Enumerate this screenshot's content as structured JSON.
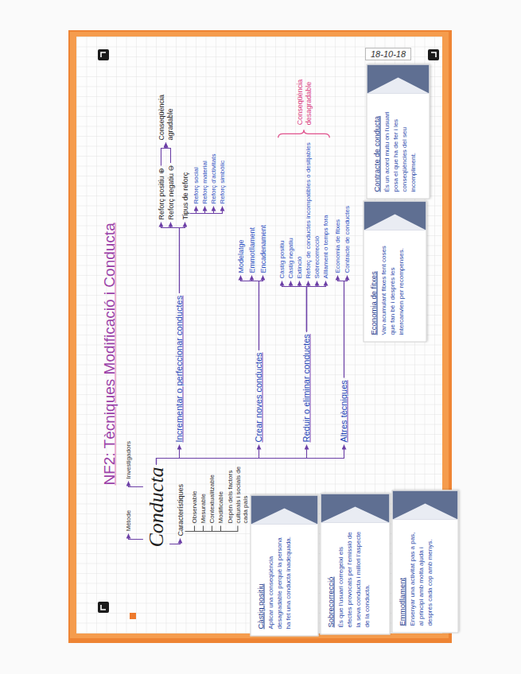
{
  "diagram": {
    "title": "NF2: Tècniques Modificació i Conducta",
    "nodes": [
      {
        "text": [
          "Conducta"
        ]
      },
      {
        "text": [
          "Mètode"
        ]
      },
      {
        "text": [
          "Investigadors"
        ]
      },
      {
        "text": [
          "Característiques"
        ]
      },
      {
        "text": [
          "Observable"
        ]
      },
      {
        "text": [
          "Mesurable"
        ]
      },
      {
        "text": [
          "Contextualitzable"
        ]
      },
      {
        "text": [
          "Modificable"
        ]
      },
      {
        "text": [
          "Depèn dels factors culturals i socials de cada país"
        ]
      },
      {
        "text": [
          "Incrementar o perfeccionar conductes"
        ]
      },
      {
        "text": [
          "Reforç positiu ⊕"
        ]
      },
      {
        "text": [
          "Reforç negatiu ⊖"
        ]
      },
      {
        "text": [
          "Conseqüència agradable"
        ]
      },
      {
        "text": [
          "Tipus de reforç"
        ]
      },
      {
        "text": [
          "Reforç social"
        ]
      },
      {
        "text": [
          "Reforç material"
        ]
      },
      {
        "text": [
          "Reforç d'activitats"
        ]
      },
      {
        "text": [
          "Reforç simbòlic"
        ]
      },
      {
        "text": [
          "Crear noves conductes"
        ]
      },
      {
        "text": [
          "Modelatge"
        ]
      },
      {
        "text": [
          "Emmotllament"
        ]
      },
      {
        "text": [
          "Encadenament"
        ]
      },
      {
        "text": [
          "Reduir o eliminar conductes"
        ]
      },
      {
        "text": [
          "Càstig positiu"
        ]
      },
      {
        "text": [
          "Càstig negatiu"
        ]
      },
      {
        "text": [
          "Extinció"
        ]
      },
      {
        "text": [
          "Reforç de conductes incompatibles o desitjables"
        ]
      },
      {
        "text": [
          "Sobrecorrecció"
        ]
      },
      {
        "text": [
          "Aïllament o temps fora"
        ]
      },
      {
        "text": [
          "Conseqüència desagradable"
        ]
      },
      {
        "text": [
          "Altres tècniques"
        ]
      },
      {
        "text": [
          "Economia de fitxes"
        ]
      },
      {
        "text": [
          "Contracte de conductes"
        ]
      },
      {
        "text": [
          "Contracte de conducta",
          "És un acord mutu on l'usuari posa el que ha de fer i les conseqüències del seu incompliment."
        ]
      },
      {
        "text": [
          "Economia de fitxes",
          "Van acumulant fitxes fent coses que fan bé i després les intercanvien per recompenses."
        ]
      },
      {
        "text": [
          "Càstig positiu",
          "Aplicar una conseqüència desagradable perquè la persona ha fet una conducta inadequada."
        ]
      },
      {
        "text": [
          "Sobrecorrecció",
          "És que l'usuari corregeixi els efectes provocats per l'emissió de la seva conducta i millori l'aspecte de la conducta."
        ]
      },
      {
        "text": [
          "Emmotllament",
          "Ensenyar una activitat pas a pas, al principi amb molta ajuda i després cada cop amb menys."
        ]
      }
    ],
    "edges": [
      {
        "from": 0,
        "to": 1,
        "arrow": "to"
      },
      {
        "from": 0,
        "to": 2,
        "arrow": "to"
      },
      {
        "from": 0,
        "to": 3,
        "arrow": "to"
      },
      {
        "from": 3,
        "to": 4,
        "arrow": "none"
      },
      {
        "from": 3,
        "to": 5,
        "arrow": "none"
      },
      {
        "from": 3,
        "to": 6,
        "arrow": "none"
      },
      {
        "from": 3,
        "to": 7,
        "arrow": "none"
      },
      {
        "from": 3,
        "to": 8,
        "arrow": "none"
      },
      {
        "from": 0,
        "to": 9,
        "arrow": "to"
      },
      {
        "from": 0,
        "to": 18,
        "arrow": "to"
      },
      {
        "from": 0,
        "to": 22,
        "arrow": "to"
      },
      {
        "from": 0,
        "to": 30,
        "arrow": "to"
      },
      {
        "from": 9,
        "to": 10,
        "arrow": "to"
      },
      {
        "from": 9,
        "to": 11,
        "arrow": "to"
      },
      {
        "from": 9,
        "to": 13,
        "arrow": "to"
      },
      {
        "from": 10,
        "to": 12,
        "arrow": "to"
      },
      {
        "from": 11,
        "to": 12,
        "arrow": "to"
      },
      {
        "from": 13,
        "to": 14,
        "arrow": "to"
      },
      {
        "from": 13,
        "to": 15,
        "arrow": "to"
      },
      {
        "from": 13,
        "to": 16,
        "arrow": "to"
      },
      {
        "from": 13,
        "to": 17,
        "arrow": "to"
      },
      {
        "from": 18,
        "to": 19,
        "arrow": "to"
      },
      {
        "from": 18,
        "to": 20,
        "arrow": "to"
      },
      {
        "from": 18,
        "to": 21,
        "arrow": "to"
      },
      {
        "from": 22,
        "to": 23,
        "arrow": "to"
      },
      {
        "from": 22,
        "to": 24,
        "arrow": "to"
      },
      {
        "from": 22,
        "to": 25,
        "arrow": "to"
      },
      {
        "from": 22,
        "to": 26,
        "arrow": "to"
      },
      {
        "from": 22,
        "to": 27,
        "arrow": "to"
      },
      {
        "from": 22,
        "to": 28,
        "arrow": "to"
      },
      {
        "from": 30,
        "to": 31,
        "arrow": "to"
      },
      {
        "from": 30,
        "to": 32,
        "arrow": "to"
      }
    ],
    "labels": [
      "18-10-18"
    ]
  }
}
